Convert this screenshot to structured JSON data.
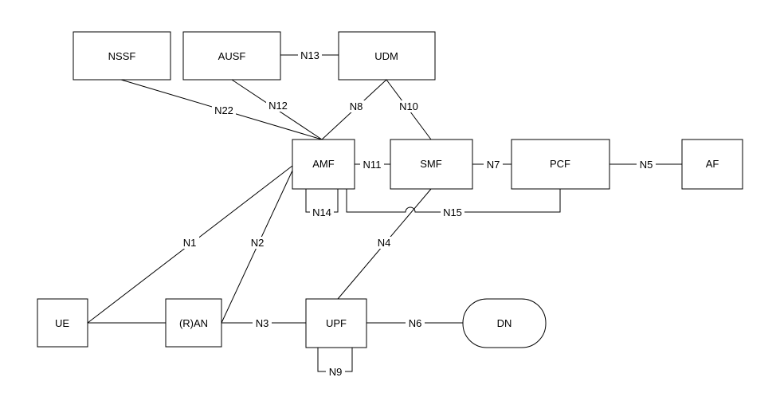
{
  "nodes": {
    "nssf": "NSSF",
    "ausf": "AUSF",
    "udm": "UDM",
    "amf": "AMF",
    "smf": "SMF",
    "pcf": "PCF",
    "af": "AF",
    "ue": "UE",
    "ran": "(R)AN",
    "upf": "UPF",
    "dn": "DN"
  },
  "interfaces": {
    "n13": "N13",
    "n22": "N22",
    "n12": "N12",
    "n8": "N8",
    "n10": "N10",
    "n11": "N11",
    "n7": "N7",
    "n5": "N5",
    "n14": "N14",
    "n15": "N15",
    "n1": "N1",
    "n2": "N2",
    "n4": "N4",
    "n3": "N3",
    "n6": "N6",
    "n9": "N9"
  },
  "colors": {
    "line": "#000000",
    "background": "#ffffff"
  }
}
